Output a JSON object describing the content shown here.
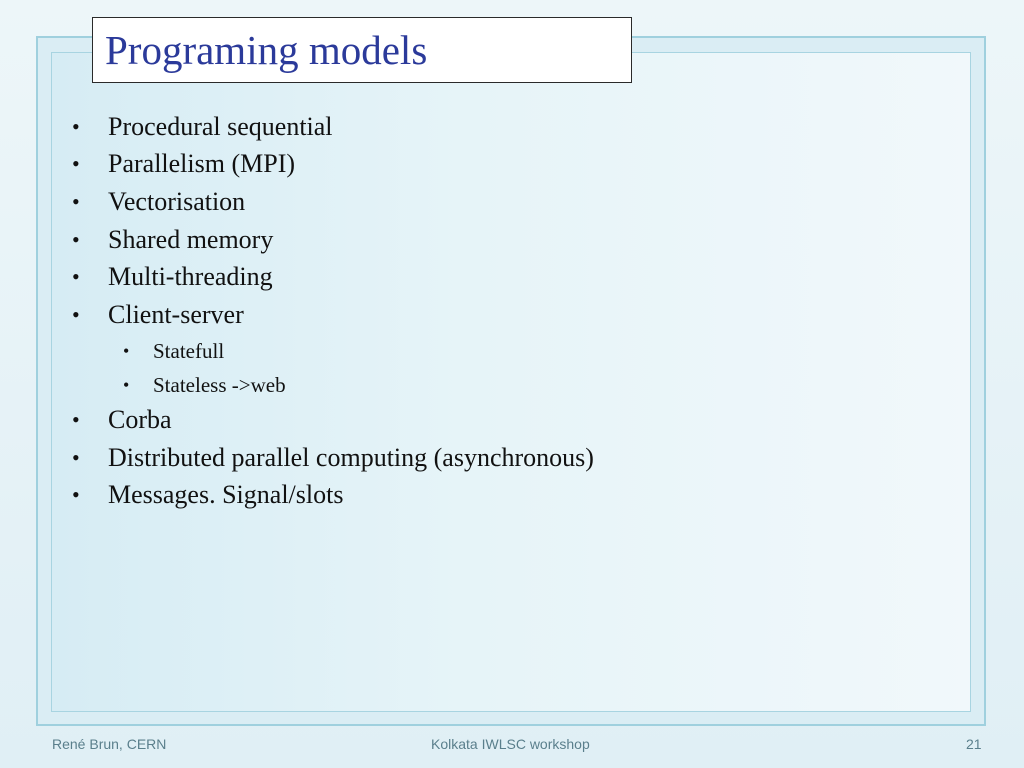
{
  "slide": {
    "title": "Programing models",
    "bullets": [
      {
        "text": "Procedural sequential",
        "level": 1
      },
      {
        "text": "Parallelism (MPI)",
        "level": 1
      },
      {
        "text": "Vectorisation",
        "level": 1
      },
      {
        "text": "Shared memory",
        "level": 1
      },
      {
        "text": "Multi-threading",
        "level": 1
      },
      {
        "text": "Client-server",
        "level": 1
      },
      {
        "text": "Statefull",
        "level": 2
      },
      {
        "text": "Stateless ->web",
        "level": 2
      },
      {
        "text": "Corba",
        "level": 1
      },
      {
        "text": "Distributed parallel computing (asynchronous)",
        "level": 1
      },
      {
        "text": "Messages. Signal/slots",
        "level": 1
      }
    ],
    "bullet_symbol": "•"
  },
  "footer": {
    "author": "René Brun, CERN",
    "event": "Kolkata IWLSC workshop",
    "page_number": "21"
  },
  "colors": {
    "title": "#2b3a9a",
    "frame": "#9fd0de",
    "footer_text": "#5a7f8c"
  }
}
